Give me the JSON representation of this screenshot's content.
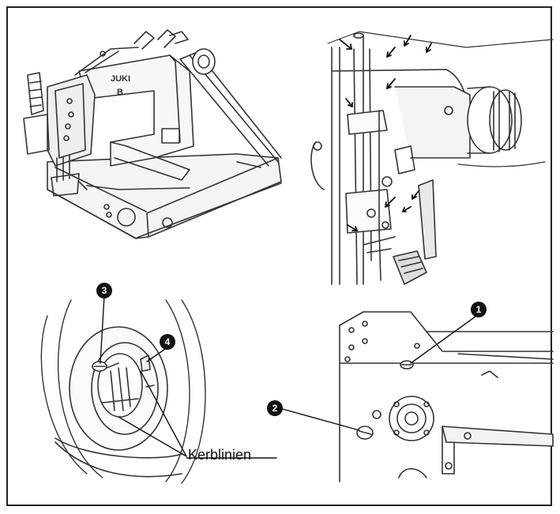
{
  "figure": {
    "callout_1": "1",
    "callout_2": "2",
    "callout_3": "3",
    "callout_4": "4",
    "kerblinien_label": "Kerblinien",
    "brand_text": "JUKI",
    "model_text": "B"
  }
}
